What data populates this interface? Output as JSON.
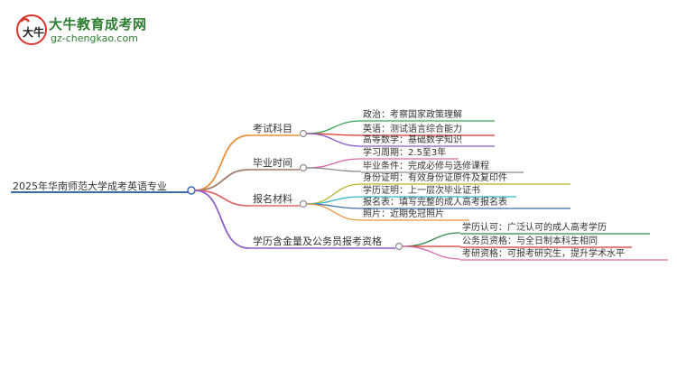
{
  "logo": {
    "title": "大牛教育成考网",
    "url": "gz-chengkao.com",
    "mark_text": "大牛"
  },
  "colors": {
    "root": "#3b6ea8",
    "exam": "#e8913a",
    "politics": "#3aa65a",
    "english": "#d8352e",
    "math": "#8e5ec7",
    "time": "#a07c6a",
    "time_study": "#d969a8",
    "time_graduate": "#8a8a8a",
    "material": "#e06a6a",
    "mat_id": "#b5b52c",
    "mat_edu": "#35b6c9",
    "mat_form": "#3b6ea8",
    "mat_photo": "#e8913a",
    "value": "#8e5ec7",
    "val_edu": "#2f8a4a",
    "val_civil": "#d8352e",
    "val_grad": "#d969a8"
  },
  "mindmap": {
    "root": "2025年华南师范大学成考英语专业",
    "branches": [
      {
        "label": "考试科目",
        "children": [
          "政治：考察国家政策理解",
          "英语：测试语言综合能力",
          "高等数学：基础数学知识"
        ]
      },
      {
        "label": "毕业时间",
        "children": [
          "学习周期：2.5至3年",
          "毕业条件：完成必修与选修课程"
        ]
      },
      {
        "label": "报名材料",
        "children": [
          "身份证明：有效身份证原件及复印件",
          "学历证明：上一层次毕业证书",
          "报名表：填写完整的成人高考报名表",
          "照片：近期免冠照片"
        ]
      },
      {
        "label": "学历含金量及公务员报考资格",
        "children": [
          "学历认可：广泛认可的成人高考学历",
          "公务员资格：与全日制本科生相同",
          "考研资格：可报考研究生，提升学术水平"
        ]
      }
    ]
  }
}
